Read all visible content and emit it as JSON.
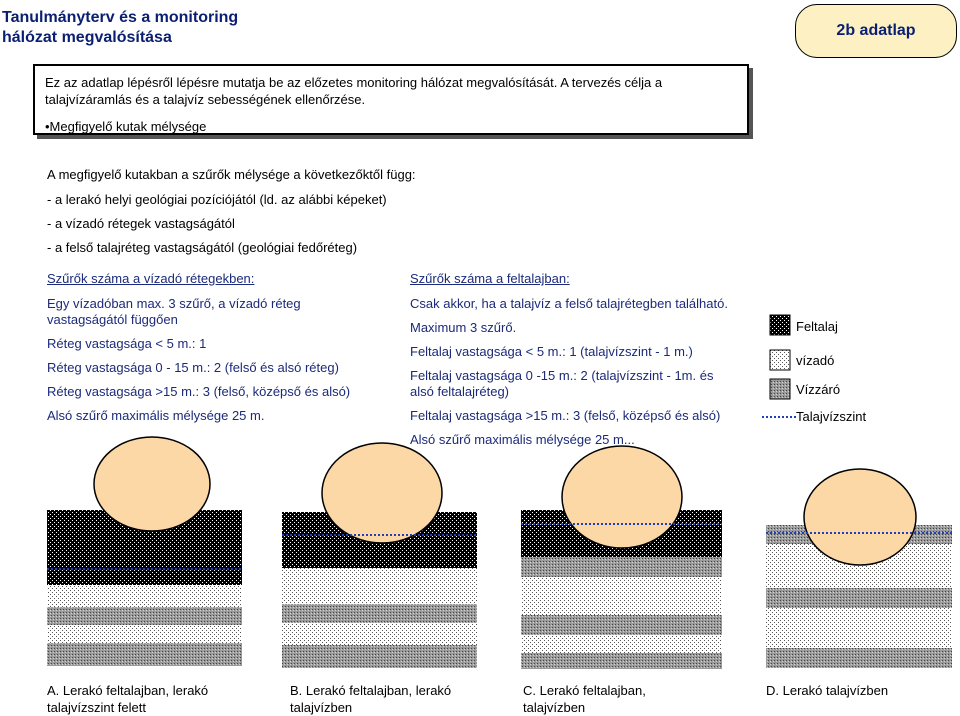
{
  "header": {
    "title_line1": "Tanulmányterv és a monitoring",
    "title_line2": "hálózat megvalósítása",
    "badge": "2b adatlap"
  },
  "intro": {
    "text": "Ez az adatlap lépésről lépésre mutatja be az előzetes monitoring hálózat megvalósítását. A tervezés célja a talajvízáramlás és a talajvíz sebességének ellenőrzése.",
    "bullet": "•Megfigyelő kutak mélysége"
  },
  "body_lines": [
    "A megfigyelő kutakban a szűrők mélysége a következőktől függ:",
    "- a lerakó helyi geológiai pozíciójától (ld. az alábbi képeket)",
    "- a vízadó rétegek vastagságától",
    "- a felső talajréteg vastagságától (geológiai fedőréteg)"
  ],
  "left_col": {
    "heading": "Szűrők száma a vízadó rétegekben:",
    "l1a": "Egy vízadóban max. 3 szűrő, a vízadó réteg",
    "l1b": "vastagságától függően",
    "l2": "Réteg vastagsága < 5 m.: 1",
    "l3": "Réteg vastagsága 0 - 15 m.: 2 (felső és alsó réteg)",
    "l4": "Réteg vastagsága >15 m.: 3 (felső, középső és alsó)",
    "l5": "Alsó szűrő maximális mélysége 25 m."
  },
  "right_col": {
    "heading": "Szűrők száma a feltalajban:",
    "l1": "Csak akkor, ha a talajvíz a felső talajrétegben található.",
    "l2": "Maximum 3 szűrő.",
    "l3": "Feltalaj vastagsága < 5 m.: 1 (talajvízszint - 1 m.)",
    "l4a": "Feltalaj vastagsága 0 -15 m.: 2 (talajvízszint - 1m. és",
    "l4b": "alsó feltalajréteg)",
    "l5": "Feltalaj vastagsága >15 m.: 3 (felső, középső és alsó)",
    "l6": "Alsó szűrő maximális mélysége 25 m..."
  },
  "legend": {
    "feltalaj": "Feltalaj",
    "vizado": "vízadó",
    "vizzaro": "Vízzáró",
    "talajvizszint": "Talajvízszint"
  },
  "captions": {
    "a1": "A. Lerakó feltalajban, lerakó",
    "a2": "talajvízszint felett",
    "b1": "B. Lerakó feltalajban, lerakó",
    "b2": "talajvízben",
    "c1": "C. Lerakó feltalajban,",
    "c2": "talajvízben",
    "d1": "D. Lerakó talajvízben"
  },
  "colors": {
    "title": "#0a1f72",
    "badge_fill": "#fdf1c3",
    "landfill_fill": "#fbd8a6",
    "water_line": "#1f3fbf"
  }
}
